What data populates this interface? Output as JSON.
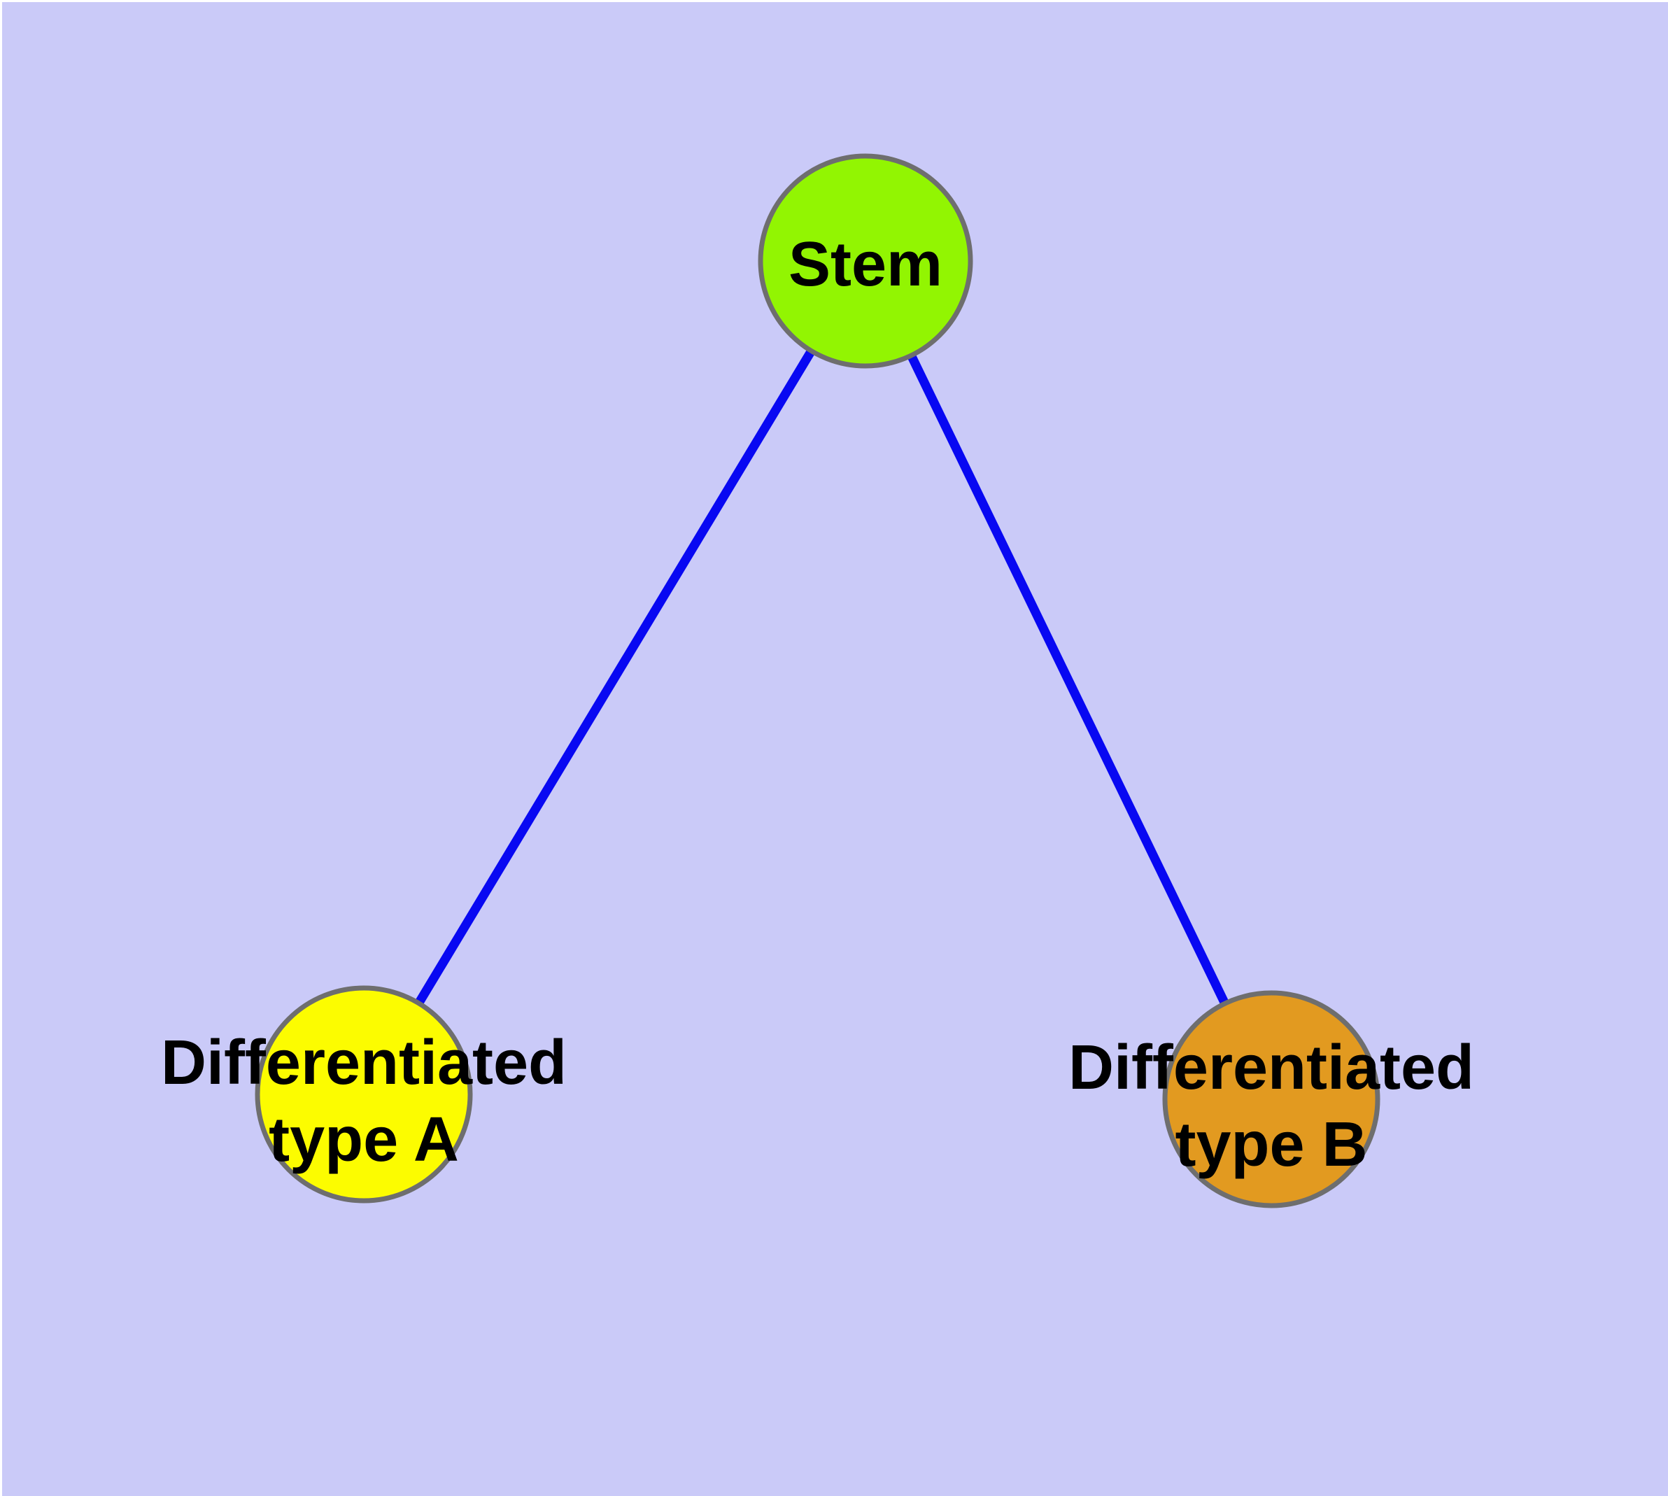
{
  "diagram": {
    "colors": {
      "background": "#CACAF8",
      "edge": "#0808F2",
      "node_border": "#6E6E6E",
      "label_text": "#000000",
      "stem_node": "#92F502",
      "type_a_node": "#FCFC00",
      "type_b_node": "#E29A20"
    },
    "nodes": {
      "stem": {
        "label": "Stem",
        "color": "#92F502"
      },
      "type_a": {
        "label_line1": "Differentiated",
        "label_line2": "type A",
        "color": "#FCFC00"
      },
      "type_b": {
        "label_line1": "Differentiated",
        "label_line2": "type B",
        "color": "#E29A20"
      }
    },
    "edges": [
      {
        "from": "Stem",
        "to": "Differentiated type A"
      },
      {
        "from": "Stem",
        "to": "Differentiated type B"
      }
    ]
  }
}
